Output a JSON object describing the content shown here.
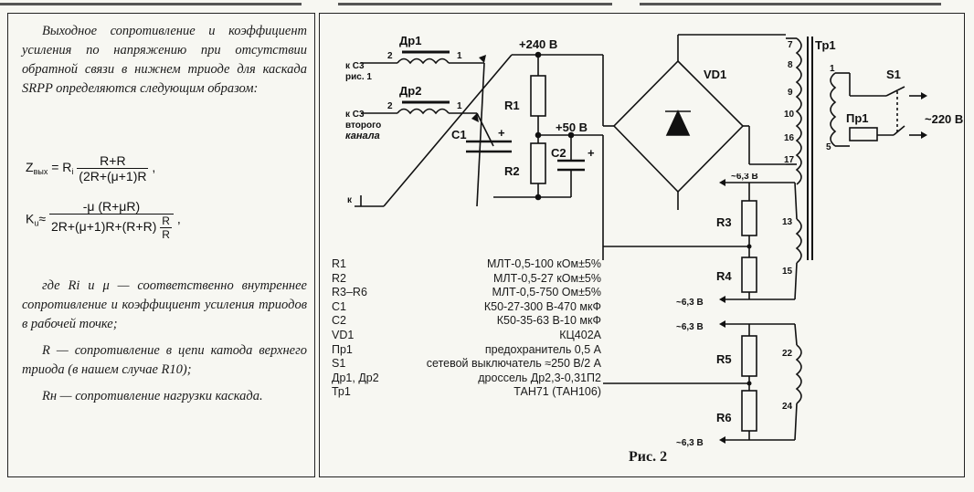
{
  "left": {
    "intro": "Выходное сопротивление и коэффициент усиления по напряжению при отсутствии обратной связи в нижнем триоде для каскада SRPP определяются следующим образом:",
    "explain1": "где Ri и μ — соответственно внутреннее сопротивление и коэффициент усиления триодов в рабочей точке;",
    "explain2": "R — сопротивление в цепи катода верхнего триода (в нашем случае R10);",
    "explain3": "Rн — сопротивление нагрузки каскада."
  },
  "formulas": {
    "zout_lhs": "Z",
    "zout_sub": "вых",
    "zout_eq": " = R",
    "zout_num": "R+R",
    "zout_den": "(2R+(μ+1)R",
    "ku_lhs": "K",
    "ku_sub": "u",
    "ku_eq": "≈",
    "ku_num": "-μ (R+μR)",
    "ku_den": "2R+(μ+1)R+(R+R)",
    "ku_inner_num": "R",
    "ku_inner_den": "R"
  },
  "schematic_labels": {
    "dr1": "Др1",
    "dr2": "Др2",
    "to_c3_1a": "к С3",
    "to_c3_1b": "рис. 1",
    "to_c3_2a": "к С3",
    "to_c3_2b": "второго",
    "to_c3_2c": "канала",
    "plus240": "+240 В",
    "plus50": "+50 В",
    "r1": "R1",
    "r2": "R2",
    "c1": "C1",
    "c2": "C2",
    "vd1": "VD1",
    "tr1": "Тр1",
    "s1": "S1",
    "pr1": "Пр1",
    "v220": "~220 В",
    "ground": "к",
    "r3": "R3",
    "r4": "R4",
    "r5": "R5",
    "r6": "R6",
    "v63_1": "~6,3 В",
    "v63_2": "~6,3 В",
    "v63_3": "~6,3 В",
    "v63_4": "~6,3 В",
    "p7": "7",
    "p8": "8",
    "p9": "9",
    "p10": "10",
    "p16": "16",
    "p17": "17",
    "p1": "1",
    "p5": "5",
    "p13": "13",
    "p15": "15",
    "p22": "22",
    "p24": "24",
    "pin1": "1",
    "pin2": "2",
    "pin1b": "1",
    "pin2b": "2",
    "plus": "+"
  },
  "parts_list": [
    {
      "ref": "R1",
      "spec": "МЛТ-0,5-100 кОм±5%"
    },
    {
      "ref": "R2",
      "spec": "МЛТ-0,5-27 кОм±5%"
    },
    {
      "ref": "R3–R6",
      "spec": "МЛТ-0,5-750 Ом±5%"
    },
    {
      "ref": "C1",
      "spec": "К50-27-300 В-470 мкФ"
    },
    {
      "ref": "C2",
      "spec": "К50-35-63 В-10 мкФ"
    },
    {
      "ref": "VD1",
      "spec": "КЦ402А"
    },
    {
      "ref": "Пр1",
      "spec": "предохранитель 0,5 А"
    },
    {
      "ref": "S1",
      "spec": "сетевой выключатель ≈250 В/2 А"
    },
    {
      "ref": "Др1, Др2",
      "spec": "дроссель Др2,3-0,31П2"
    },
    {
      "ref": "Тр1",
      "spec": "ТАН71 (ТАН106)"
    }
  ],
  "caption": "Рис. 2"
}
